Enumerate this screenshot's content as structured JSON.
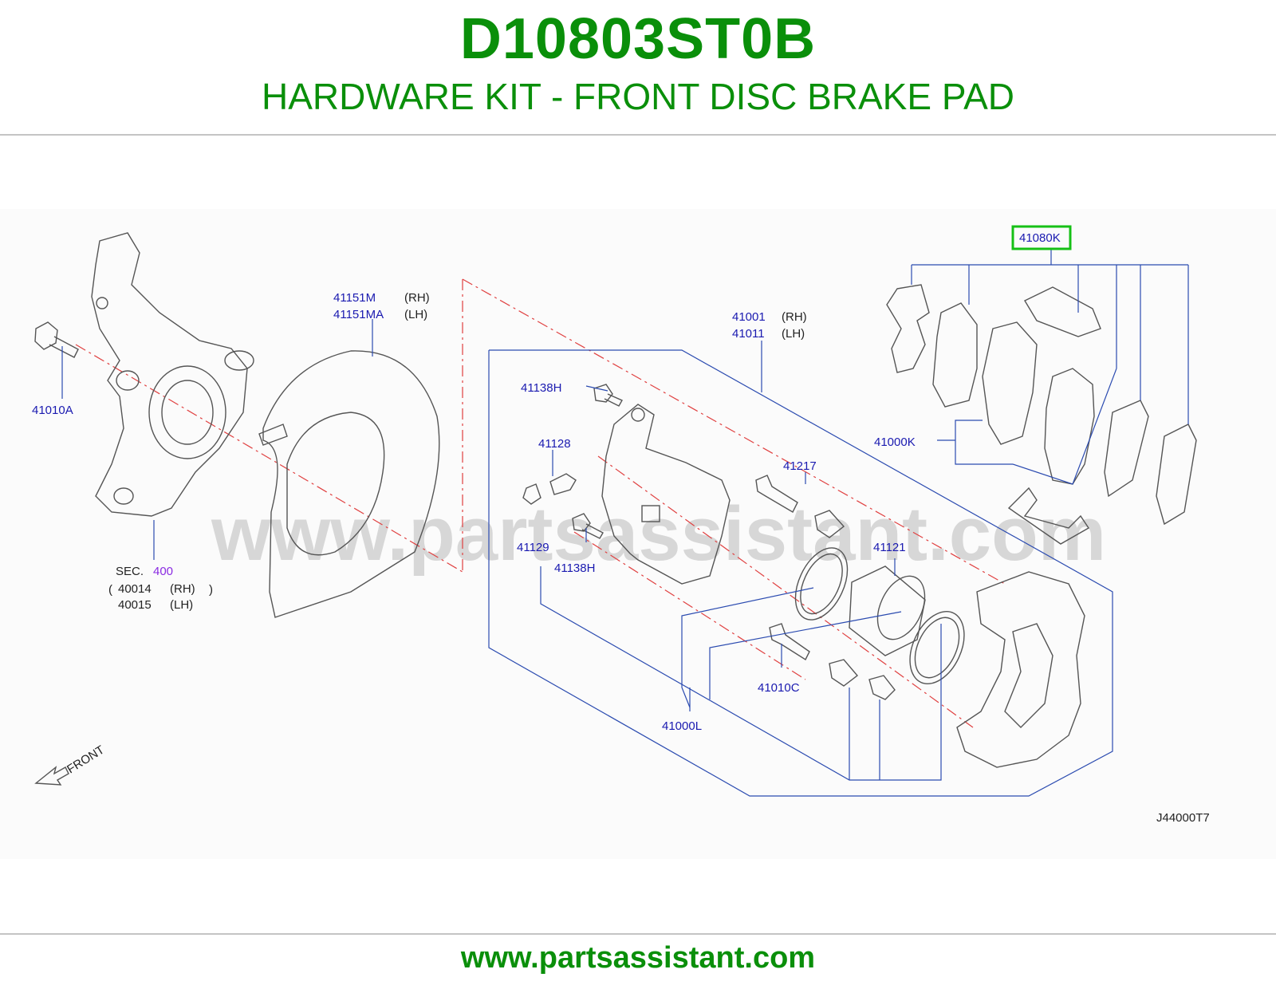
{
  "header": {
    "part_number": "D10803ST0B",
    "description": "HARDWARE KIT - FRONT DISC BRAKE PAD"
  },
  "diagram": {
    "watermark": "www.partsassistant.com",
    "front_label": "FRONT",
    "drawing_code": "J44000T7",
    "highlight_color": "#16c016",
    "labels": {
      "l41080K": "41080K",
      "l41151M": "41151M",
      "l41151M_side": "(RH)",
      "l41151MA": "41151MA",
      "l41151MA_side": "(LH)",
      "l41001": "41001",
      "l41001_side": "(RH)",
      "l41011": "41011",
      "l41011_side": "(LH)",
      "l41138H_top": "41138H",
      "l41128": "41128",
      "l41217": "41217",
      "l41000K": "41000K",
      "l41010A": "41010A",
      "l41129": "41129",
      "l41138H_bottom": "41138H",
      "l41121": "41121",
      "sec": "SEC.",
      "sec_num": "400",
      "l40014": "40014",
      "l40014_side": "(RH)",
      "l40015": "40015",
      "l40015_side": "(LH)",
      "l41010C": "41010C",
      "l41000L": "41000L"
    }
  },
  "footer": {
    "url": "www.partsassistant.com"
  }
}
